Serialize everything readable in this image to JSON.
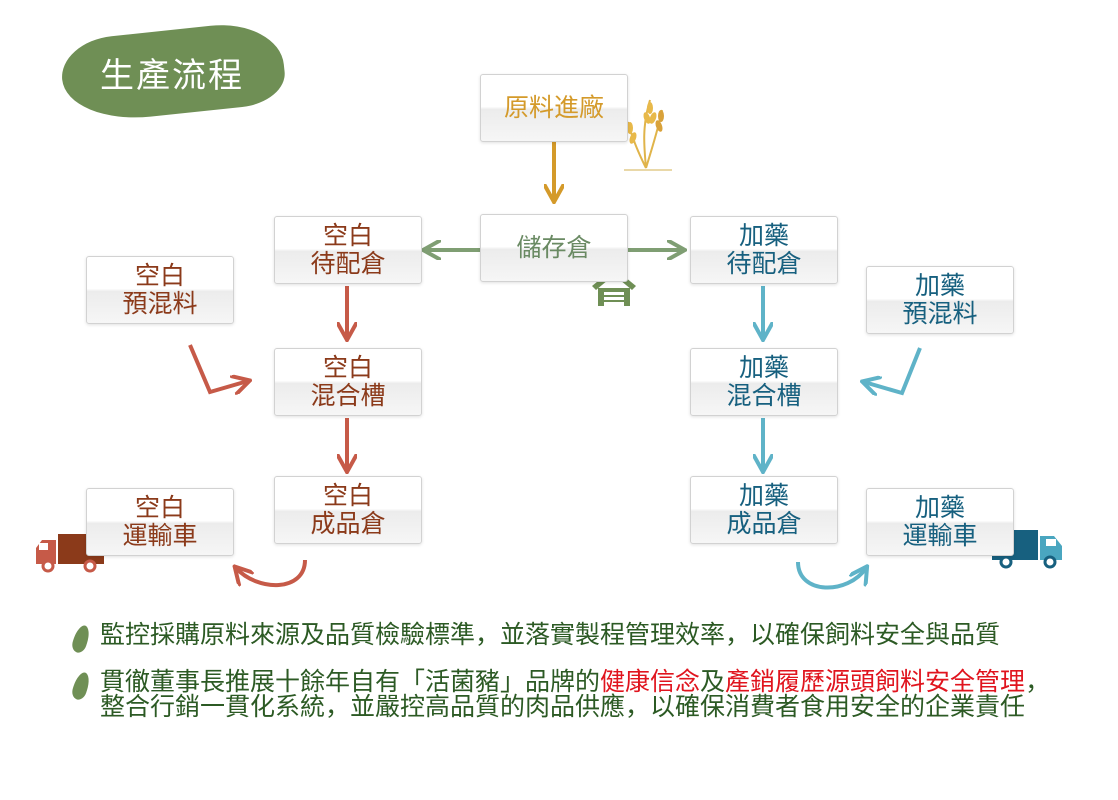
{
  "title": "生產流程",
  "nodes": {
    "raw_material": [
      "原料進廠"
    ],
    "storage": [
      "儲存倉"
    ],
    "blank_waiting": [
      "空白",
      "待配倉"
    ],
    "blank_premix": [
      "空白",
      "預混料"
    ],
    "blank_mixing": [
      "空白",
      "混合槽"
    ],
    "blank_finished": [
      "空白",
      "成品倉"
    ],
    "blank_transport": [
      "空白",
      "運輸車"
    ],
    "med_waiting": [
      "加藥",
      "待配倉"
    ],
    "med_premix": [
      "加藥",
      "預混料"
    ],
    "med_mixing": [
      "加藥",
      "混合槽"
    ],
    "med_finished": [
      "加藥",
      "成品倉"
    ],
    "med_transport": [
      "加藥",
      "運輸車"
    ]
  },
  "colors": {
    "brand_green": "#6f8f55",
    "blank_line": "#8b3a1a",
    "medicated_line": "#17607f",
    "raw_line": "#d49a2a",
    "highlight": "#e0141e"
  },
  "icons": [
    "wheat-icon",
    "warehouse-icon",
    "red-truck-icon",
    "blue-truck-icon",
    "leaf-bullet-icon"
  ],
  "bullets": [
    {
      "segments": [
        {
          "text": "監控採購原料來源及品質檢驗標準，並落實製程管理效率，以確保飼料安全與品質",
          "highlight": false
        }
      ]
    },
    {
      "segments": [
        {
          "text": "貫徹董事長推展十餘年自有「活菌豬」品牌的",
          "highlight": false
        },
        {
          "text": "健康信念",
          "highlight": true
        },
        {
          "text": "及",
          "highlight": false
        },
        {
          "text": "產銷履歷源頭飼料安全管理",
          "highlight": true
        },
        {
          "text": "，整合行銷一貫化系統，並嚴控高品質的肉品供應，以確保消費者食用安全的企業責任",
          "highlight": false
        }
      ]
    }
  ]
}
